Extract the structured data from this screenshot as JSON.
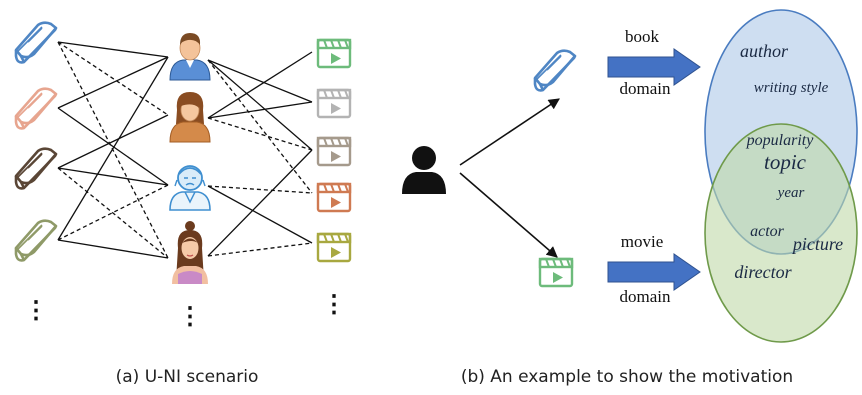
{
  "captions": {
    "left": "(a) U-NI scenario",
    "right": "(b) An example to show the motivation"
  },
  "ellipsis": "⋮",
  "domains": {
    "book_line1": "book",
    "book_line2": "domain",
    "movie_line1": "movie",
    "movie_line2": "domain"
  },
  "attributes": {
    "book_only": [
      "author",
      "writing style"
    ],
    "shared": [
      "popularity",
      "topic",
      "year"
    ],
    "movie_only": [
      "actor",
      "picture",
      "director"
    ]
  },
  "colors": {
    "book_ellipse_fill": "#c5d8ee",
    "book_ellipse_stroke": "#4a7cc0",
    "movie_ellipse_fill": "#d6e6c6",
    "movie_ellipse_stroke": "#6f9a4a",
    "arrow_fill": "#4472c4",
    "book_colors": [
      "#4f86c4",
      "#e7a58f",
      "#5a4636",
      "#8f9a68"
    ],
    "film_colors": [
      "#6dbb7b",
      "#b3b3b3",
      "#a59a8c",
      "#cf7a52",
      "#a8a840"
    ],
    "user_icon": "#111111"
  }
}
